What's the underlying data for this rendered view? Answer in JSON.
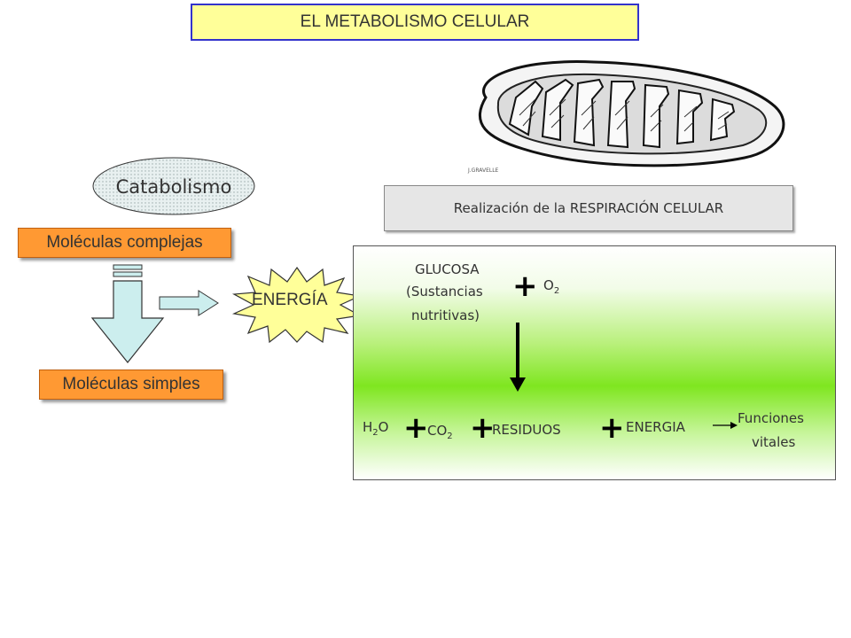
{
  "title": "EL METABOLISMO CELULAR",
  "catabolismo": "Catabolismo",
  "moleculas_complejas": "Moléculas complejas",
  "moleculas_simples": "Moléculas simples",
  "energia_star": "ENERGÍA",
  "respiracion": "Realización de la RESPIRACIÓN CELULAR",
  "mito_caption": "J.GRAVELLE",
  "reaction": {
    "glucosa": "GLUCOSA",
    "sustancias": "(Sustancias",
    "nutritivas": "nutritivas)",
    "o2_main": "O",
    "o2_sub": "2",
    "h2o_h": "H",
    "h2o_sub": "2",
    "h2o_o": "O",
    "co2_main": "CO",
    "co2_sub": "2",
    "residuos": "RESIDUOS",
    "energia": "ENERGIA",
    "funciones": "Funciones",
    "vitales": "vitales"
  },
  "colors": {
    "title_bg": "#ffff99",
    "title_border": "#3333cc",
    "orange": "#ff9933",
    "star": "#ffff99",
    "green": "#7fe620",
    "arrow": "#cceeee"
  }
}
